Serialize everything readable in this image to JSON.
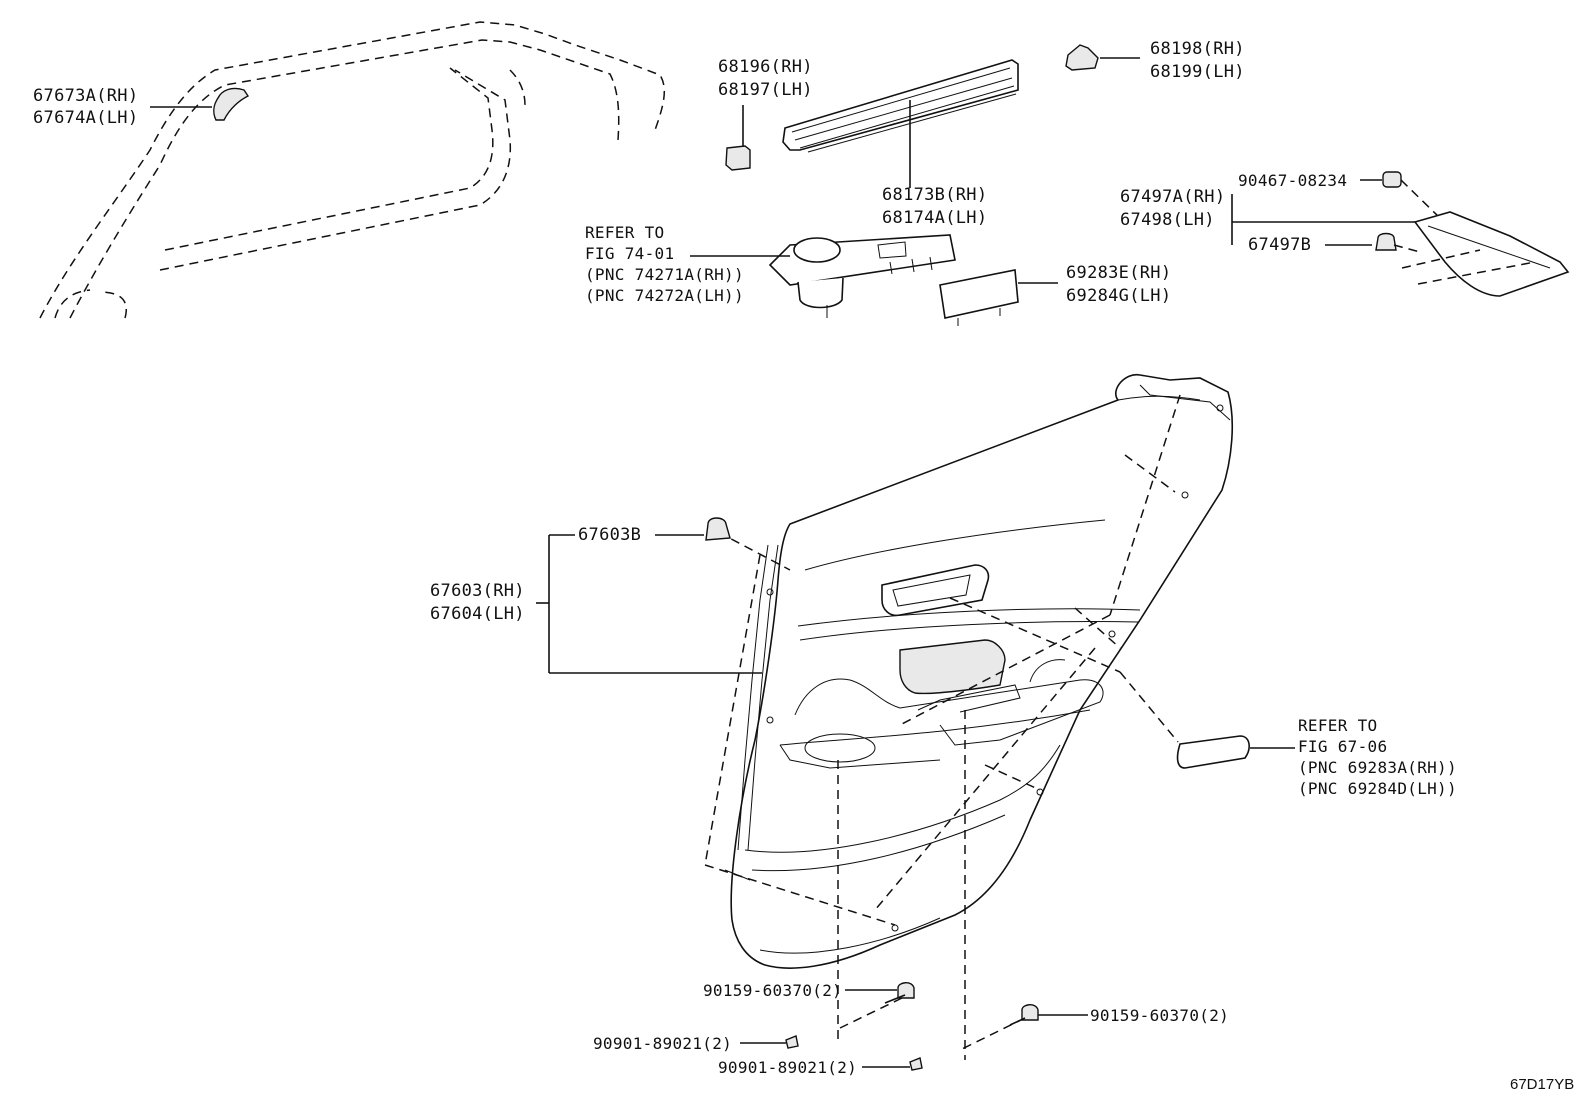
{
  "diagram_code": "67D17YB",
  "labels": {
    "p67673": [
      "67673A(RH)",
      "67674A(LH)"
    ],
    "p68196": [
      "68196(RH)",
      "68197(LH)"
    ],
    "p68198": [
      "68198(RH)",
      "68199(LH)"
    ],
    "p68173": [
      "68173B(RH)",
      "68174A(LH)"
    ],
    "p90467": "90467-08234",
    "p67497a": [
      "67497A(RH)",
      "67498(LH)"
    ],
    "p67497b": "67497B",
    "ref74": [
      "REFER TO",
      "FIG 74-01",
      "(PNC 74271A(RH))",
      "(PNC 74272A(LH))"
    ],
    "p69283": [
      "69283E(RH)",
      "69284G(LH)"
    ],
    "p67603b": "67603B",
    "p67603": [
      "67603(RH)",
      "67604(LH)"
    ],
    "ref67": [
      "REFER TO",
      "FIG 67-06",
      "(PNC 69283A(RH))",
      "(PNC 69284D(LH))"
    ],
    "p90159a": "90159-60370(2)",
    "p90159b": "90159-60370(2)",
    "p90901a": "90901-89021(2)",
    "p90901b": "90901-89021(2)"
  }
}
